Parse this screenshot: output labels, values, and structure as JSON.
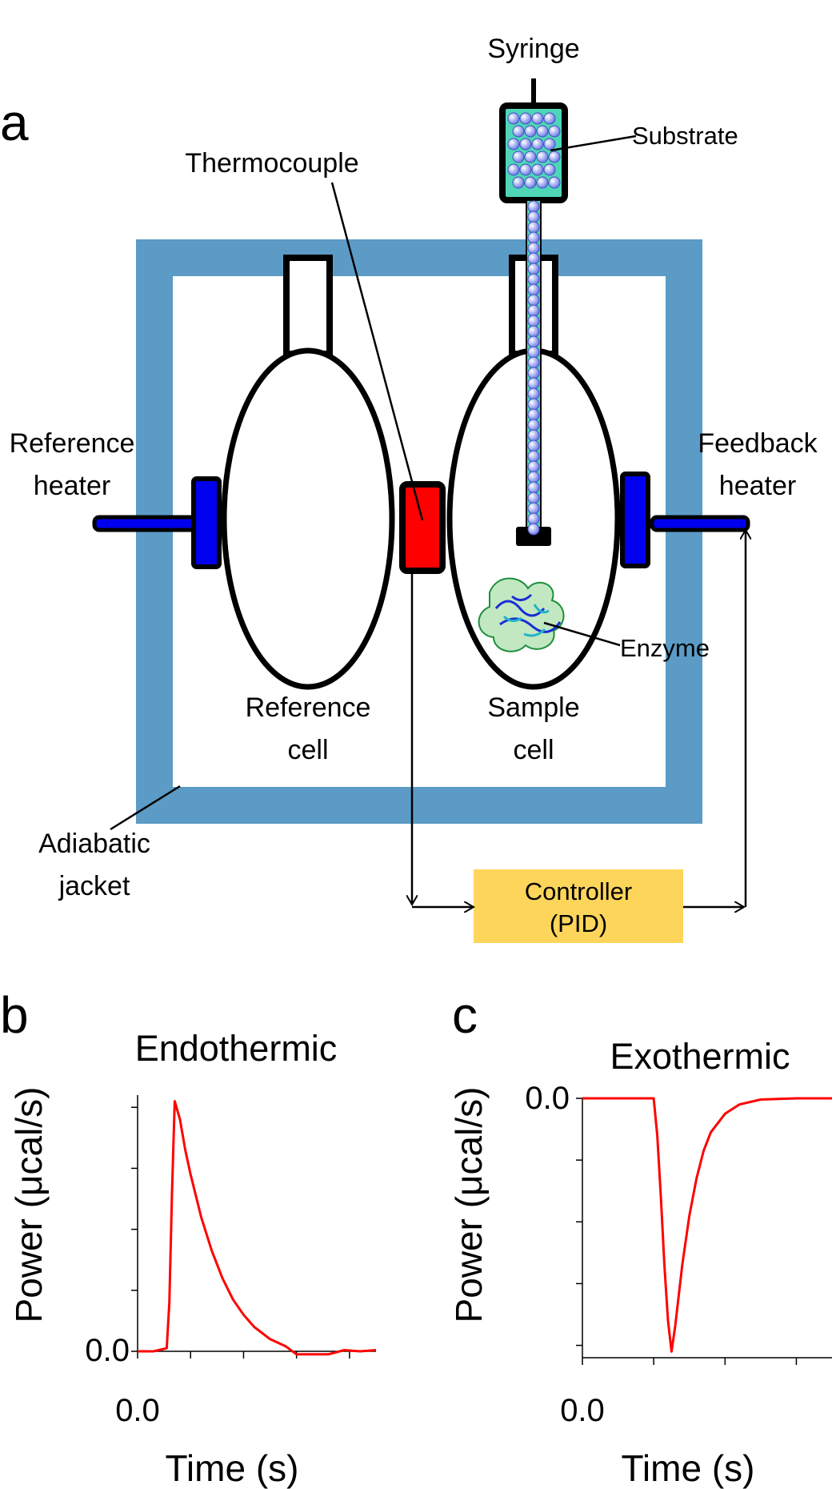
{
  "panel_a": {
    "letter": "a",
    "syringe": "Syringe",
    "substrate": "Substrate",
    "thermocouple": "Thermocouple",
    "reference_heater": [
      "Reference",
      "heater"
    ],
    "feedback_heater": [
      "Feedback",
      "heater"
    ],
    "enzyme": "Enzyme",
    "reference_cell": [
      "Reference",
      "cell"
    ],
    "sample_cell": [
      "Sample",
      "cell"
    ],
    "adiabatic_jacket": [
      "Adiabatic",
      "jacket"
    ],
    "controller": [
      "Controller",
      "(PID)"
    ],
    "colors": {
      "jacket": "#5b9bc6",
      "heater": "#0000ee",
      "thermocouple": "#ff0000",
      "syringe_fill": "#4fd6b8",
      "bead": "#8c9cf0",
      "controller": "#fdd55a"
    }
  },
  "panel_b": {
    "letter": "b",
    "title": "Endothermic",
    "xlabel": "Time (s)",
    "ylabel": "Power (μcal/s)",
    "x_tick_label": "0.0",
    "y_tick_label": "0.0"
  },
  "panel_c": {
    "letter": "c",
    "title": "Exothermic",
    "xlabel": "Time (s)",
    "ylabel": "Power (μcal/s)",
    "x_tick_label": "0.0",
    "y_tick_label": "0.0"
  },
  "chart_data": [
    {
      "type": "line",
      "title": "Endothermic",
      "xlabel": "Time (s)",
      "ylabel": "Power (μcal/s)",
      "xlim": [
        0,
        4.5
      ],
      "ylim": [
        0,
        4.2
      ],
      "series": [
        {
          "color": "#ff0000",
          "x": [
            0,
            0.3,
            0.55,
            0.6,
            0.65,
            0.7,
            0.8,
            0.9,
            1.0,
            1.2,
            1.4,
            1.6,
            1.8,
            2.0,
            2.2,
            2.5,
            2.8,
            3.0,
            3.3,
            3.6,
            3.9,
            4.2,
            4.5
          ],
          "y": [
            0,
            0,
            0.05,
            0.8,
            2.6,
            4.1,
            3.8,
            3.3,
            2.9,
            2.2,
            1.65,
            1.2,
            0.85,
            0.6,
            0.4,
            0.2,
            0.08,
            -0.05,
            -0.05,
            -0.05,
            0.02,
            0.0,
            0.02
          ]
        }
      ]
    },
    {
      "type": "line",
      "title": "Exothermic",
      "xlabel": "Time (s)",
      "ylabel": "Power (μcal/s)",
      "xlim": [
        0,
        3.5
      ],
      "ylim": [
        -4.2,
        0
      ],
      "series": [
        {
          "color": "#ff0000",
          "x": [
            0,
            0.5,
            1.0,
            1.05,
            1.1,
            1.15,
            1.2,
            1.25,
            1.3,
            1.4,
            1.5,
            1.6,
            1.7,
            1.8,
            2.0,
            2.2,
            2.5,
            3.0,
            3.5
          ],
          "y": [
            0,
            0,
            0,
            -0.6,
            -1.6,
            -2.7,
            -3.6,
            -4.1,
            -3.7,
            -2.7,
            -1.9,
            -1.3,
            -0.85,
            -0.55,
            -0.25,
            -0.1,
            -0.02,
            0,
            0
          ]
        }
      ]
    }
  ]
}
